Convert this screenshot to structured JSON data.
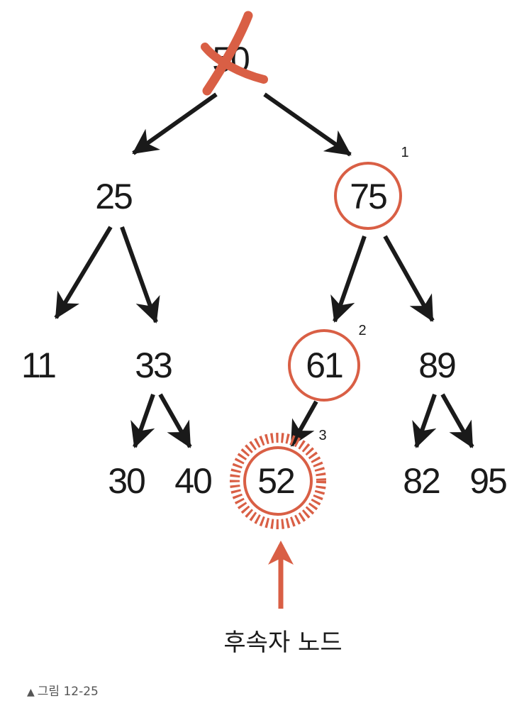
{
  "nodes": {
    "root": "50",
    "n25": "25",
    "n75": "75",
    "n11": "11",
    "n33": "33",
    "n61": "61",
    "n89": "89",
    "n30": "30",
    "n40": "40",
    "n52": "52",
    "n82": "82",
    "n95": "95"
  },
  "steps": {
    "s1": "1",
    "s2": "2",
    "s3": "3"
  },
  "successor_label": "후속자 노드",
  "caption": {
    "marker": "▲",
    "text": "그림 12-25"
  },
  "colors": {
    "highlight": "#d95f45",
    "ink": "#1a1a1a",
    "caption": "#555555"
  }
}
